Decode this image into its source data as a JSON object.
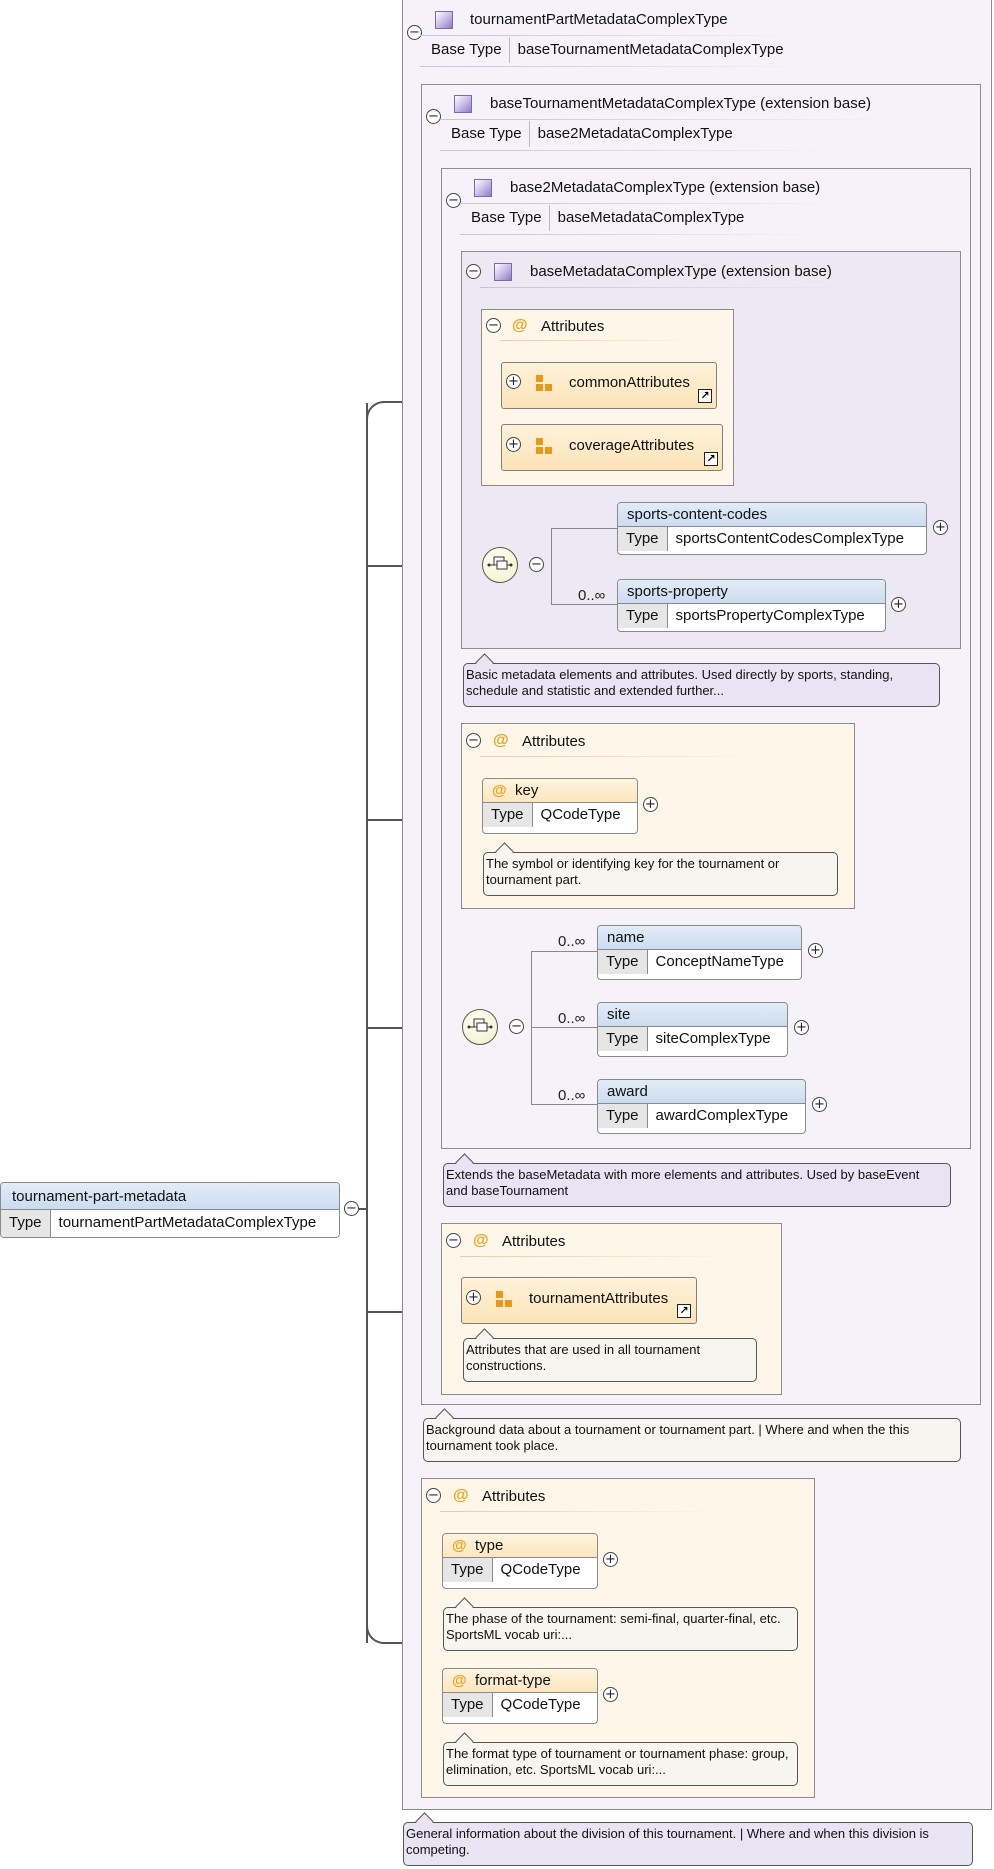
{
  "root": {
    "name": "tournament-part-metadata",
    "type_label": "Type",
    "type_value": "tournamentPartMetadataComplexType"
  },
  "complex_types": [
    {
      "title": "tournamentPartMetadataComplexType",
      "base_label": "Base Type",
      "base_value": "baseTournamentMetadataComplexType"
    },
    {
      "title": "baseTournamentMetadataComplexType (extension base)",
      "base_label": "Base Type",
      "base_value": "base2MetadataComplexType"
    },
    {
      "title": "base2MetadataComplexType (extension base)",
      "base_label": "Base Type",
      "base_value": "baseMetadataComplexType"
    },
    {
      "title": "baseMetadataComplexType (extension base)"
    }
  ],
  "attributes_label": "Attributes",
  "attr_groups": {
    "common": "commonAttributes",
    "coverage": "coverageAttributes",
    "tournament": "tournamentAttributes"
  },
  "elements": {
    "sports_content_codes": {
      "name": "sports-content-codes",
      "type_label": "Type",
      "type_value": "sportsContentCodesComplexType"
    },
    "sports_property": {
      "name": "sports-property",
      "type_label": "Type",
      "type_value": "sportsPropertyComplexType",
      "cardinality": "0..∞"
    },
    "name": {
      "name": "name",
      "type_label": "Type",
      "type_value": "ConceptNameType",
      "cardinality": "0..∞"
    },
    "site": {
      "name": "site",
      "type_label": "Type",
      "type_value": "siteComplexType",
      "cardinality": "0..∞"
    },
    "award": {
      "name": "award",
      "type_label": "Type",
      "type_value": "awardComplexType",
      "cardinality": "0..∞"
    }
  },
  "attributes": {
    "key": {
      "name": "key",
      "type_label": "Type",
      "type_value": "QCodeType"
    },
    "type": {
      "name": "type",
      "type_label": "Type",
      "type_value": "QCodeType"
    },
    "format_type": {
      "name": "format-type",
      "type_label": "Type",
      "type_value": "QCodeType"
    }
  },
  "notes": {
    "base_metadata": "Basic metadata elements and attributes. Used directly by sports, standing, schedule and statistic and extended further...",
    "key": "The symbol or identifying key for the tournament or tournament part.",
    "base2": "Extends the baseMetadata with more elements and attributes. Used by baseEvent and baseTournament",
    "tournament_attrs": "Attributes that are used in all tournament constructions.",
    "base_tournament": "Background data about a tournament or tournament part. | Where and when the this tournament took place.",
    "type": "The phase of the tournament: semi-final, quarter-final, etc. SportsML vocab uri:...",
    "format_type": "The format type of tournament or tournament phase: group, elimination, etc. SportsML vocab uri:...",
    "tournament_part": "General information about the division of this tournament. | Where and when this division is competing."
  },
  "glyphs": {
    "collapse": "−",
    "expand": "+",
    "link": "↗",
    "at": "@"
  }
}
